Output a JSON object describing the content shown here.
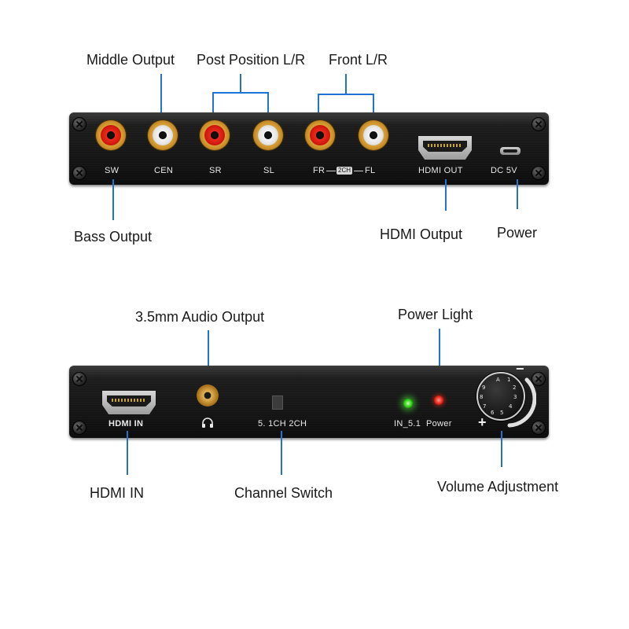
{
  "top_callouts": {
    "middle_output": "Middle Output",
    "post_position": "Post Position L/R",
    "front": "Front L/R",
    "bass_output": "Bass Output",
    "hdmi_output": "HDMI Output",
    "power": "Power"
  },
  "top_panel": {
    "sw": "SW",
    "cen": "CEN",
    "sr": "SR",
    "sl": "SL",
    "fr": "FR",
    "ch_tag": "2CH",
    "fl": "FL",
    "hdmi_out": "HDMI  OUT",
    "dc": "DC  5V"
  },
  "bottom_callouts": {
    "audio_out": "3.5mm Audio Output",
    "power_light": "Power Light",
    "hdmi_in": "HDMI IN",
    "channel_switch": "Channel Switch",
    "volume": "Volume Adjustment"
  },
  "bottom_panel": {
    "hdmi_in": "HDMI IN",
    "switch_label": "5. 1CH  2CH",
    "in_label": "IN_5.1",
    "power_label": "Power",
    "minus": "−",
    "plus": "+",
    "knob_numbers": [
      "1",
      "2",
      "3",
      "4",
      "5",
      "6",
      "7",
      "8",
      "9",
      "A"
    ]
  },
  "colors": {
    "callout_line": "#1f73d2",
    "panel": "#141414",
    "led_green": "#35d41c",
    "led_red": "#e8241a"
  },
  "icons": [
    "headphone-icon"
  ]
}
